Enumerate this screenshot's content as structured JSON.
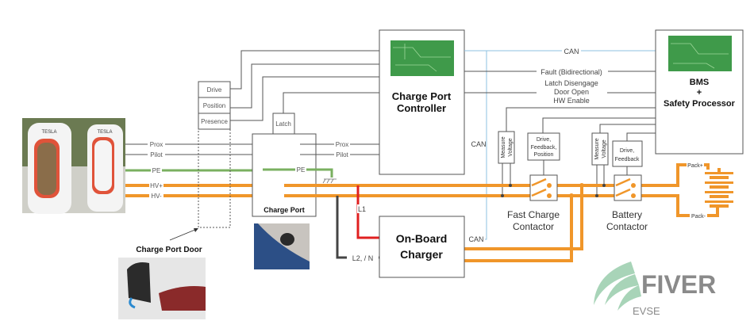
{
  "diagram": {
    "charger_photo": {
      "brand_text": "TESLA",
      "alt": "supercharger-photo"
    },
    "input_signals": [
      "Prox",
      "Pilot",
      "PE",
      "HV+",
      "HV-"
    ],
    "door_box": {
      "items": [
        "Drive",
        "Position",
        "Presence"
      ],
      "caption": "Charge Port Door"
    },
    "latch_label": "Latch",
    "charge_port": {
      "title": "Charge Port",
      "signals": [
        "Prox",
        "Pilot",
        "PE"
      ]
    },
    "charge_port_controller": {
      "title_line1": "Charge Port",
      "title_line2": "Controller"
    },
    "bus_labels": {
      "can_top": "CAN",
      "fault": "Fault (Bidirectional)",
      "latch_disengage": "Latch Disengage",
      "door_open": "Door Open",
      "hw_enable": "HW Enable",
      "can_vertical": "CAN",
      "can_obc": "CAN"
    },
    "bms": {
      "line1": "BMS",
      "line2": "+",
      "line3": "Safety Processor"
    },
    "fast_charge": {
      "measure_voltage": [
        "Measure",
        "Voltage"
      ],
      "drive_box": [
        "Drive,",
        "Feedback,",
        "Position"
      ],
      "caption_line1": "Fast Charge",
      "caption_line2": "Contactor"
    },
    "battery_contactor": {
      "measure_voltage": [
        "Measure",
        "Voltage"
      ],
      "drive_box": [
        "Drive,",
        "Feedback"
      ],
      "caption_line1": "Battery",
      "caption_line2": "Contactor"
    },
    "pack": {
      "plus": "Pack+",
      "minus": "Pack-"
    },
    "obc": {
      "line1": "On-Board",
      "line2": "Charger",
      "l1": "L1",
      "l2n": "L2, / N"
    },
    "logo": {
      "name": "FIVER",
      "sub": "EVSE"
    },
    "colors": {
      "hv": "#f0962a",
      "pe": "#7ab060",
      "can": "#8ec0e0",
      "l1": "#e02020",
      "l2": "#444444",
      "logo_green": "#a8d4b8",
      "logo_grey": "#8a8a8a"
    }
  }
}
